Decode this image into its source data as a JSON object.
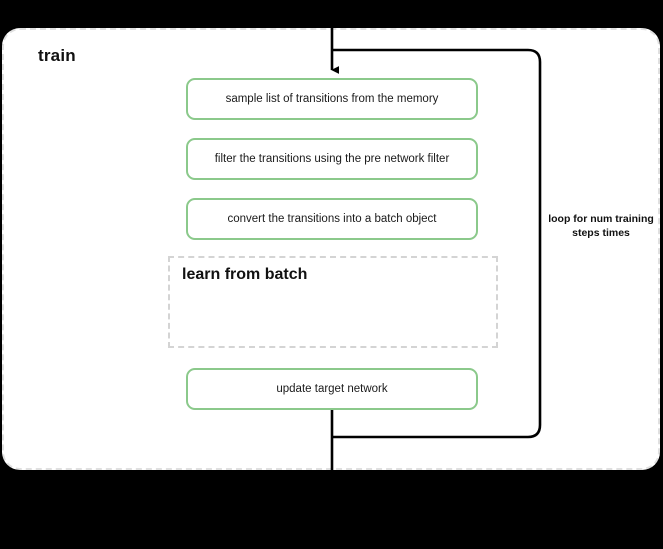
{
  "diagram": {
    "title": "train",
    "background_color": "#000000",
    "canvas_color": "#ffffff",
    "accent_color": "#8bc98b",
    "scope_border_color": "#e0e0e0",
    "connector_color": "#000000"
  },
  "steps": [
    {
      "id": "sample",
      "label": "sample list of transitions from the memory"
    },
    {
      "id": "filter",
      "label": "filter the transitions using the pre network filter"
    },
    {
      "id": "convert",
      "label": "convert the transitions into a batch object"
    },
    {
      "id": "update-target",
      "label": "update target network"
    }
  ],
  "sub_scope": {
    "title": "learn from batch",
    "border_style": "dashed",
    "border_color": "#d4d4d4"
  },
  "loop": {
    "label": "loop for num training steps times"
  }
}
